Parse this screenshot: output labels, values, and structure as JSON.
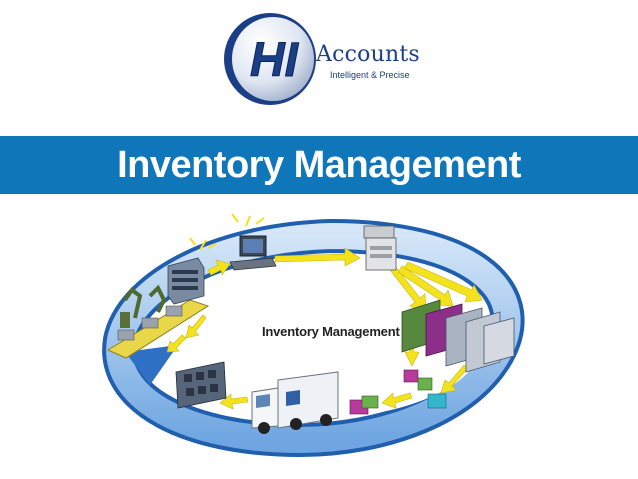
{
  "logo": {
    "mark": "HI",
    "brand": "Accounts",
    "tagline": "Intelligent & Precise"
  },
  "banner": {
    "title": "Inventory Management"
  },
  "diagram": {
    "center_label": "Inventory Management",
    "stages": [
      "robotic-assembly-icon",
      "server-rack-icon",
      "computer-terminal-icon",
      "printer-icon",
      "storage-shelves-icon",
      "boxes-icon",
      "delivery-truck-icon",
      "warehouse-rack-icon"
    ]
  },
  "colors": {
    "banner": "#0f77b9",
    "ring_blue": "#3b86d6",
    "arrow_yellow": "#f3e21c",
    "logo_navy": "#1b3f87"
  }
}
